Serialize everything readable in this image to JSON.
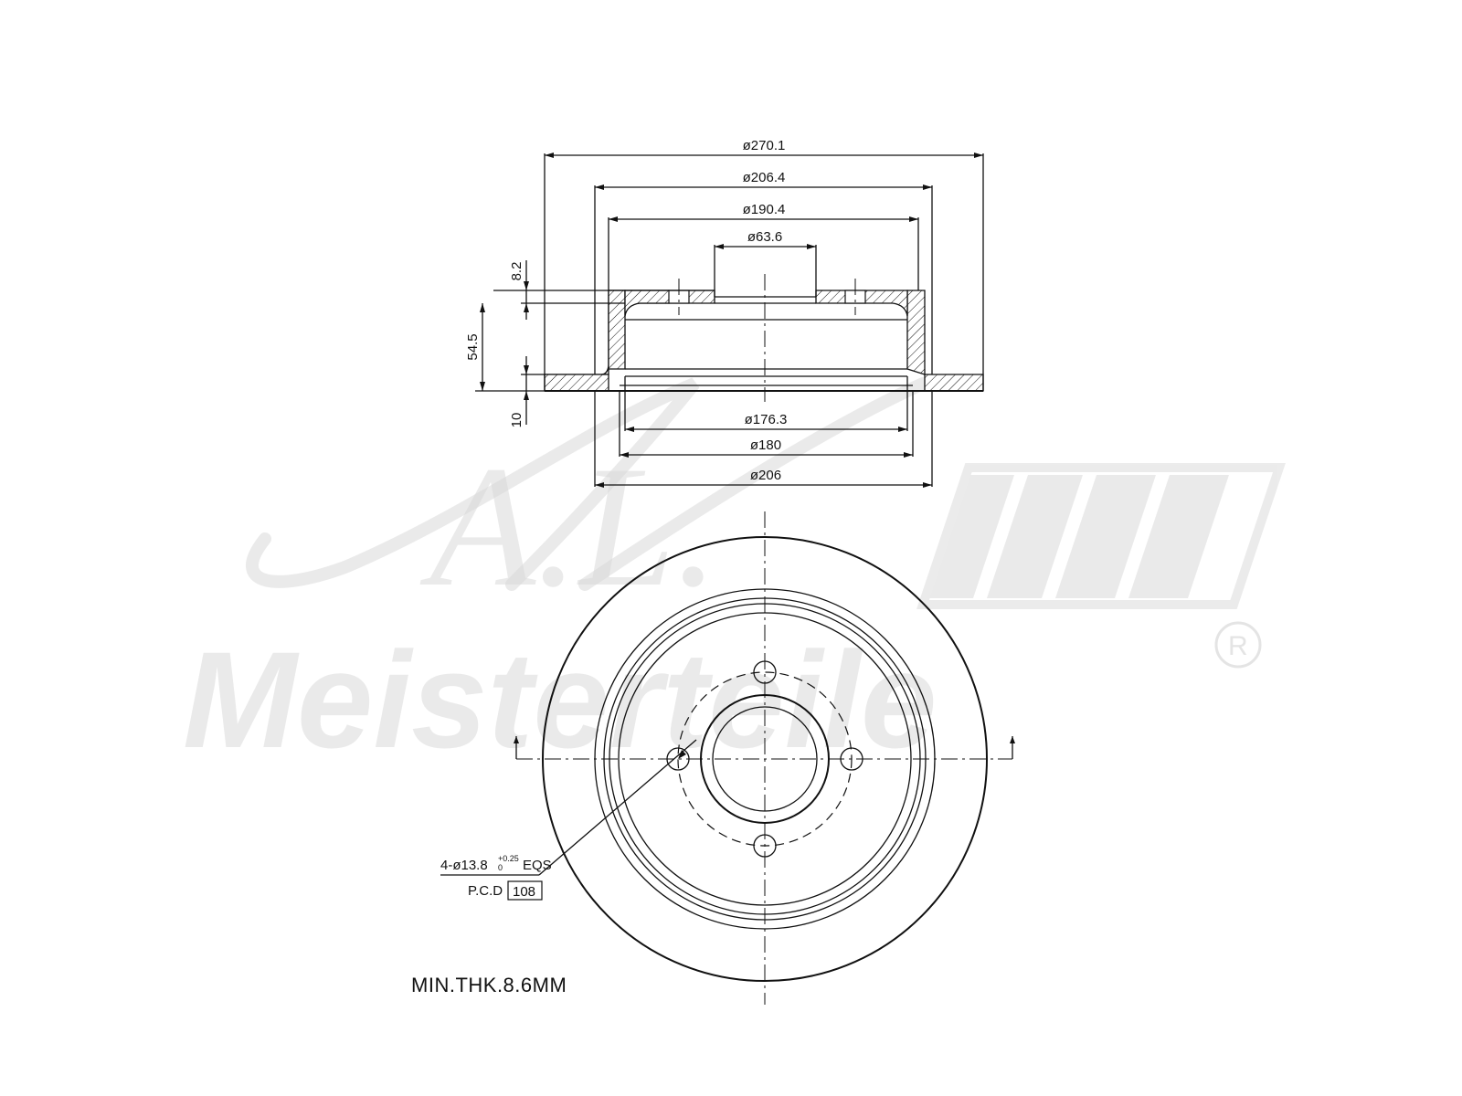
{
  "watermark": {
    "script_text": "A.L.",
    "brand_text": "Meisterteile",
    "registered": "R"
  },
  "dimensions": {
    "d_outer": "ø270.1",
    "d_2064": "ø206.4",
    "d_1904": "ø190.4",
    "d_hub": "ø63.6",
    "d_1763": "ø176.3",
    "d_180": "ø180",
    "d_206": "ø206",
    "h_82": "8.2",
    "h_545": "54.5",
    "h_10": "10"
  },
  "notes": {
    "holes_prefix": "4-ø13.8",
    "holes_tol_upper": "+0.25",
    "holes_tol_lower": "0",
    "holes_suffix": "EQS",
    "pcd_label": "P.C.D",
    "pcd_value": "108",
    "min_thickness": "MIN.THK.8.6MM"
  }
}
